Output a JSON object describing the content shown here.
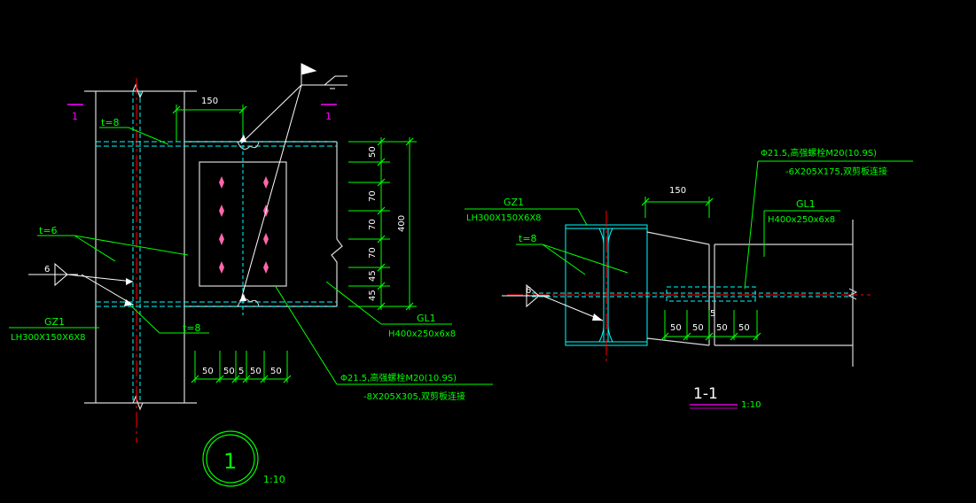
{
  "colors": {
    "background": "#000000",
    "structure": "#d8d8d8",
    "steel": "#00ffff",
    "annotation": "#00ff00",
    "section_mark": "#ff00ff",
    "centerline": "#ff0000",
    "bolt": "#ff66aa"
  },
  "detail_left": {
    "section_marker_left": "1",
    "section_marker_right": "1",
    "flange_thickness_top": "t=8",
    "web_thickness": "t=6",
    "flange_thickness_bottom": "t=8",
    "weld_symbol_size": "6",
    "dim_plate_offset": "150",
    "column_label": "GZ1",
    "column_spec": "LH300X150X6X8",
    "beam_label": "GL1",
    "beam_spec": "H400x250x6x8",
    "bolt_spec": "Φ21.5,高强螺栓M20(10.9S)",
    "plate_spec": "-8X205X305,双剪板连接",
    "vertical_dims": [
      "50",
      "70",
      "70",
      "70",
      "45",
      "45"
    ],
    "vertical_total": "400",
    "horizontal_dims": [
      "50",
      "50",
      "5",
      "50",
      "50"
    ],
    "detail_number": "1",
    "detail_scale": "1:10"
  },
  "detail_right": {
    "bolt_spec": "Φ21.5,高强螺栓M20(10.9S)",
    "plate_spec": "-6X205X175,双剪板连接",
    "dim_plate_offset": "150",
    "column_label": "GZ1",
    "column_spec": "LH300X150X6X8",
    "flange_thickness": "t=8",
    "beam_label": "GL1",
    "beam_spec": "H400x250x6x8",
    "weld_symbol_size": "6",
    "gap_dim": "5",
    "horizontal_dims": [
      "50",
      "50",
      "50",
      "50"
    ],
    "section_title": "1-1",
    "section_scale": "1:10"
  }
}
